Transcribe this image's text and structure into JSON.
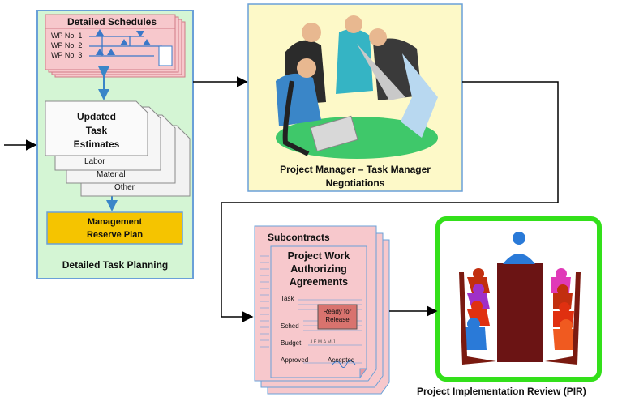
{
  "detailed_task_planning": {
    "title": "Detailed Task Planning",
    "schedules_title": "Detailed Schedules",
    "wp_labels": [
      "WP No. 1",
      "WP No. 2",
      "WP No. 3"
    ],
    "estimates_title": [
      "Updated",
      "Task",
      "Estimates"
    ],
    "estimate_pages": [
      "Labor",
      "Material",
      "Other"
    ],
    "reserve_plan": [
      "Management",
      "Reserve Plan"
    ]
  },
  "negotiations": {
    "caption": [
      "Project Manager – Task Manager",
      "Negotiations"
    ]
  },
  "agreements": {
    "subcontracts_label": "Subcontracts",
    "title": [
      "Project Work",
      "Authorizing",
      "Agreements"
    ],
    "task_label": "Task",
    "sched_label": "Sched",
    "budget_label": "Budget",
    "months": "J  F  M  A  M  J",
    "approved_label": "Approved",
    "accepted_label": "Accepted",
    "ready_for_release": [
      "Ready for",
      "Release"
    ]
  },
  "pir": {
    "caption": "Project Implementation Review (PIR)"
  },
  "colors": {
    "planning_bg": "#d4f5d4",
    "planning_border": "#6aa0d8",
    "schedules_bg": "#f7c8cc",
    "reserve_bg": "#f5c400",
    "negotiation_bg": "#fdf9c8",
    "agreement_bg": "#f7c8cc",
    "ready_bg": "#d9736e",
    "pir_border": "#33e01a"
  }
}
